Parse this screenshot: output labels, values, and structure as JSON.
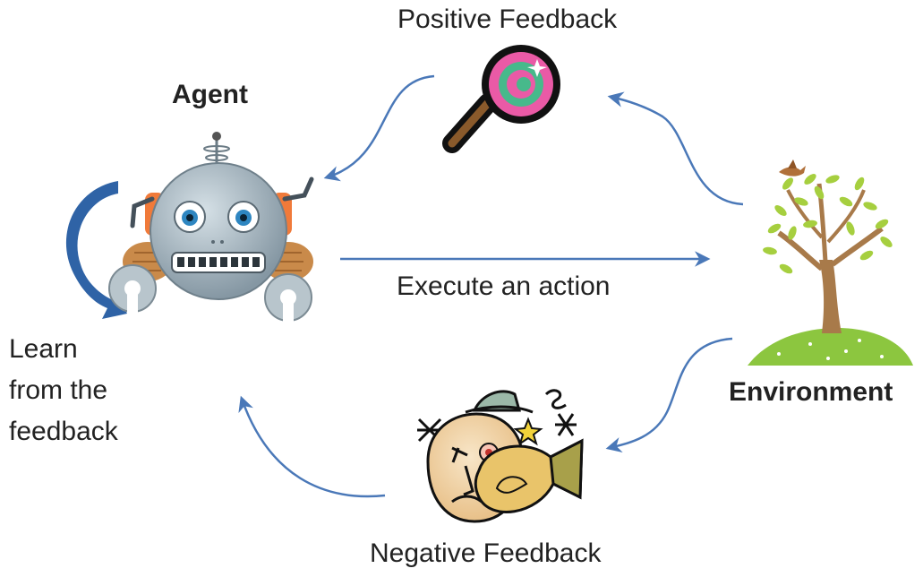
{
  "diagram": {
    "agent_label": "Agent",
    "environment_label": "Environment",
    "positive_feedback_label": "Positive Feedback",
    "negative_feedback_label": "Negative Feedback",
    "action_label": "Execute an action",
    "learn_label_line1": "Learn",
    "learn_label_line2": "from the",
    "learn_label_line3": "feedback"
  },
  "colors": {
    "arrow": "#4a78b8",
    "learn_arrow": "#2f63a6",
    "robot_body": "#9fb1bb",
    "robot_accent": "#f07a3a",
    "tree_leaves": "#a6cf3f",
    "tree_trunk": "#a87a4a",
    "grass": "#8cc63f",
    "candy_pink": "#ea5aa6",
    "candy_green": "#47b98b"
  },
  "icons": [
    "robot-agent-icon",
    "tree-environment-icon",
    "lollipop-reward-icon",
    "dizzy-face-penalty-icon"
  ]
}
